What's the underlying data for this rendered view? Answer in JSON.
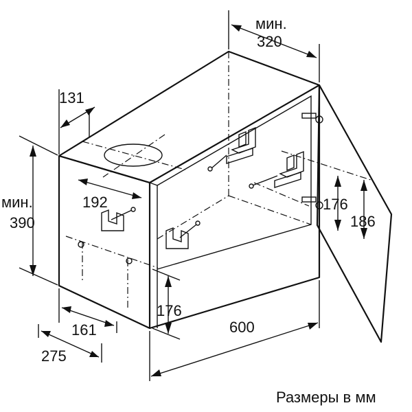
{
  "diagram": {
    "caption": "Размеры в мм",
    "dimensions": {
      "width_min_label": "мин.",
      "width_min_value": "320",
      "top_offset": "131",
      "hole_offset": "192",
      "height_min_label": "мин.",
      "height_min_value": "390",
      "bracket_height_right": "176",
      "door_bracket_height": "186",
      "bracket_height_left": "176",
      "bottom_width": "600",
      "depth_inner": "161",
      "depth_total": "275"
    }
  }
}
